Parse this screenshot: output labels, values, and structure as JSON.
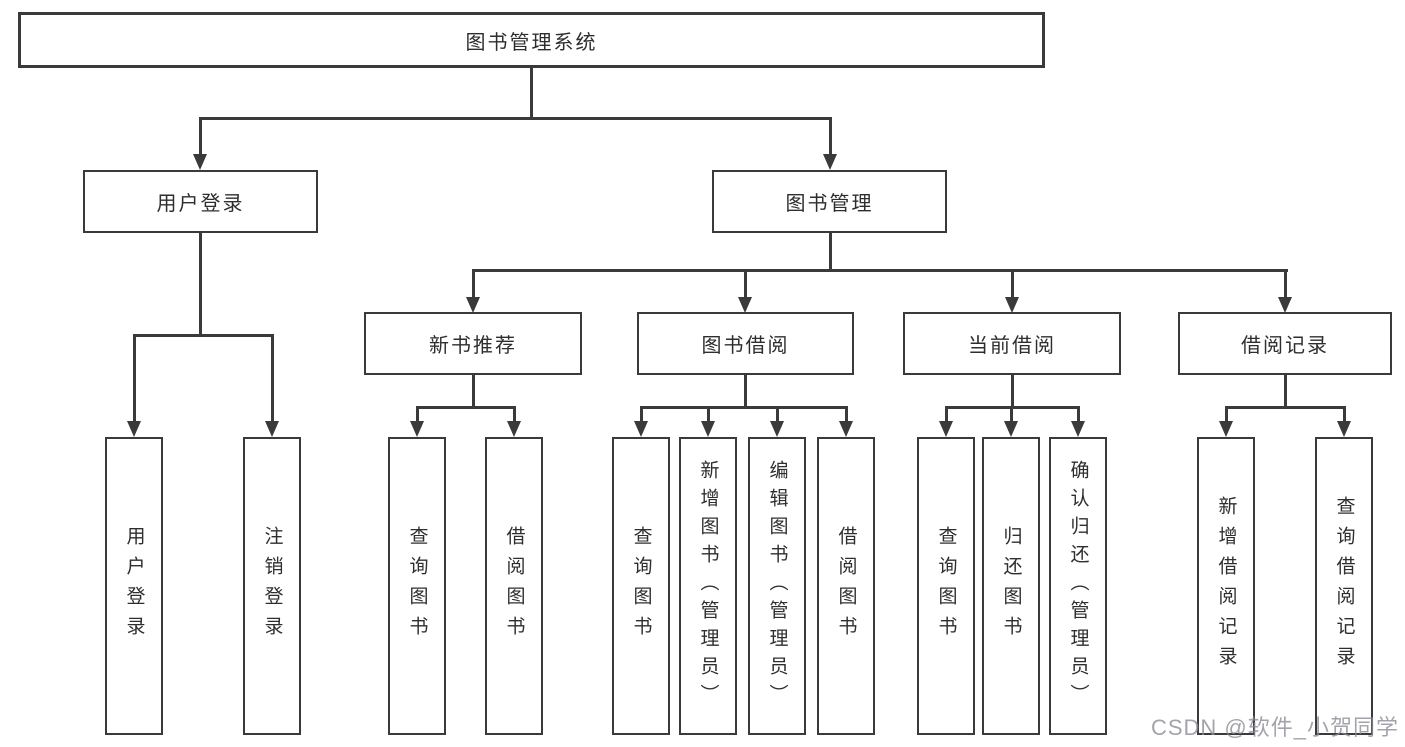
{
  "nodes": {
    "root": "图书管理系统",
    "user_login": "用户登录",
    "book_mgmt": "图书管理",
    "new_book_rec": "新书推荐",
    "book_borrow": "图书借阅",
    "current_borrow": "当前借阅",
    "borrow_records": "借阅记录",
    "ul_login": "用户登录",
    "ul_logout": "注销登录",
    "nb_query": "查询图书",
    "nb_borrow": "借阅图书",
    "bb_query": "查询图书",
    "bb_add": "新增图书（管理员）",
    "bb_edit": "编辑图书（管理员）",
    "bb_borrow": "借阅图书",
    "cb_query": "查询图书",
    "cb_return": "归还图书",
    "cb_confirm": "确认归还（管理员）",
    "br_add": "新增借阅记录",
    "br_query": "查询借阅记录"
  },
  "hierarchy": {
    "图书管理系统": {
      "用户登录": [
        "用户登录",
        "注销登录"
      ],
      "图书管理": {
        "新书推荐": [
          "查询图书",
          "借阅图书"
        ],
        "图书借阅": [
          "查询图书",
          "新增图书（管理员）",
          "编辑图书（管理员）",
          "借阅图书"
        ],
        "当前借阅": [
          "查询图书",
          "归还图书",
          "确认归还（管理员）"
        ],
        "借阅记录": [
          "新增借阅记录",
          "查询借阅记录"
        ]
      }
    }
  },
  "watermark": {
    "text": "CSDN @软件_小贺同学"
  },
  "colors": {
    "line": "#3a3a3a",
    "text": "#2e2e2e",
    "background": "#ffffff",
    "watermark": "#8c8c96"
  }
}
